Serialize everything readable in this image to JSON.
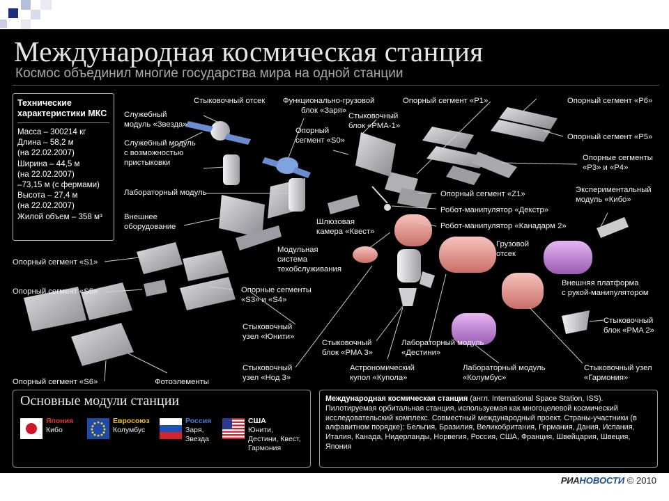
{
  "header": {
    "title": "Международная космическая станция",
    "subtitle": "Космос объединил многие государства мира на одной станции"
  },
  "specs": {
    "heading": [
      "Технические",
      "характеристики МКС"
    ],
    "lines": [
      "Масса – 300214 кг",
      "Длина – 58,2 м",
      "(на 22.02.2007)",
      "Ширина – 44,5 м",
      "(на 22.02.2007)",
      "–73,15 м (с фермами)",
      "Высота – 27,4 м",
      "(на 22.02.2007)",
      "Жилой объем – 358 м³"
    ]
  },
  "labels": {
    "docking_compartment": "Стыковочный отсек",
    "zarya": [
      "Функционально-грузовой",
      "блок «Заря»"
    ],
    "zvezda": [
      "Служебный",
      "модуль «Звезда»"
    ],
    "service_docking": [
      "Служебный модуль",
      "с возможностью",
      "пристыковки"
    ],
    "lab_module": "Лабораторный модуль",
    "external_equipment": [
      "Внешнее",
      "оборудование"
    ],
    "pma1": [
      "Стыковочный",
      "блок «PMA-1»"
    ],
    "s0": [
      "Опорный",
      "сегмент «S0»"
    ],
    "p1": "Опорный сегмент «P1»",
    "p6": "Опорный сегмент «P6»",
    "p5": "Опорный сегмент «P5»",
    "p3p4": [
      "Опорные сегменты",
      "«P3» и «P4»"
    ],
    "z1": "Опорный сегмент «Z1»",
    "dextre": "Робот-манипулятор «Декстр»",
    "canadarm": "Робот-манипулятор «Канадарм 2»",
    "kibo": [
      "Экспериментальный",
      "модуль «Кибо»"
    ],
    "quest": [
      "Шлюзовая",
      "камера «Квест»"
    ],
    "mss": [
      "Модульная",
      "система",
      "техобслуживания"
    ],
    "cargo_bay": [
      "Грузовой",
      "отсек"
    ],
    "external_platform": [
      "Внешняя платформа",
      "с рукой-манипулятором"
    ],
    "s1": "Опорный сегмент «S1»",
    "s5": "Опорный сегмент «S5»",
    "s3s4": [
      "Опорные сегменты",
      "«S3» и «S4»"
    ],
    "unity": [
      "Стыковочный",
      "узел «Юнити»"
    ],
    "pma3": [
      "Стыковочный",
      "блок «PMA 3»"
    ],
    "destiny": [
      "Лабораторный модуль",
      "«Дестини»"
    ],
    "pma2": [
      "Стыковочный",
      "блок «PMA 2»"
    ],
    "node3": [
      "Стыковочный",
      "узел «Нод 3»"
    ],
    "cupola": [
      "Астрономический",
      "купол «Купола»"
    ],
    "columbus": [
      "Лабораторный модуль",
      "«Колумбус»"
    ],
    "harmony": [
      "Стыковочный узел",
      "«Гармония»"
    ],
    "s6": "Опорный сегмент «S6»",
    "solar_cells": "Фотоэлементы"
  },
  "legend": {
    "title": "Основные модули станции",
    "countries": [
      {
        "name": "Япония",
        "modules": [
          "Кибо"
        ],
        "color": "#e0342f"
      },
      {
        "name": "Евросоюз",
        "modules": [
          "Колумбус"
        ],
        "color": "#f0c419"
      },
      {
        "name": "Россия",
        "modules": [
          "Заря,",
          "Звезда"
        ],
        "color": "#4a78d8"
      },
      {
        "name": "США",
        "modules": [
          "Юнити,",
          "Дестини, Квест,",
          "Гармония"
        ],
        "color": "#ffffff"
      }
    ]
  },
  "description": {
    "lead": "Международная космическая станция",
    "text": " (англ. International Space Station, ISS). Пилотируемая орбитальная станция, используемая как многоцелевой космический исследовательский комплекс. Совместный международный проект. Страны-участники (в алфавитном порядке): Бельгия, Бразилия, Великобритания, Германия, Дания, Испания, Италия, Канада, Нидерланды, Норвегия, Россия, США, Франция, Швейцария, Швеция, Япония"
  },
  "credit": {
    "ria": "РИА",
    "novosti": "НОВОСТИ",
    "copyright": "© 2010"
  },
  "colors": {
    "background": "#000000",
    "truss": "#b9b9bf",
    "us_modules": "#e79a94",
    "eu_modules": "#c88ad9",
    "corner_squares": "#1f2f7a"
  }
}
